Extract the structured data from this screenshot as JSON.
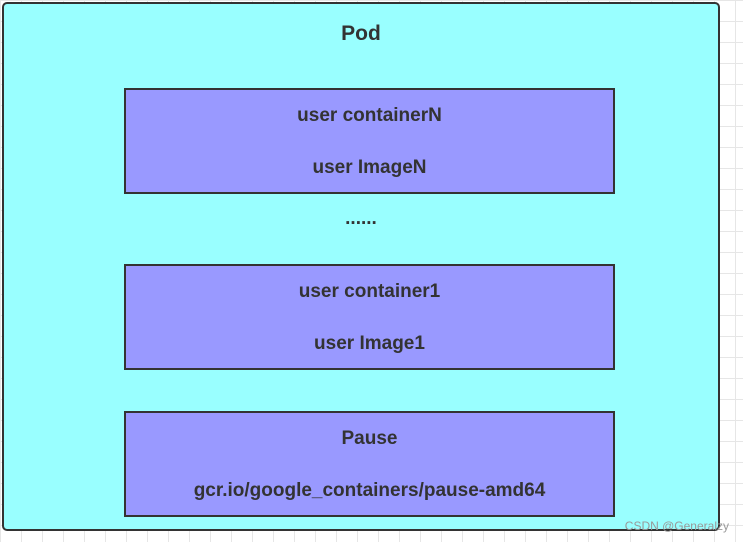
{
  "pod": {
    "title": "Pod",
    "fill_color": "#99ffff",
    "containers": [
      {
        "name": "user containerN",
        "image": "user ImageN"
      },
      {
        "name": "user container1",
        "image": "user Image1"
      },
      {
        "name": "Pause",
        "image": "gcr.io/google_containers/pause-amd64"
      }
    ],
    "container_fill_color": "#9999ff",
    "ellipsis": "......"
  },
  "watermark": "CSDN @Generalzy"
}
